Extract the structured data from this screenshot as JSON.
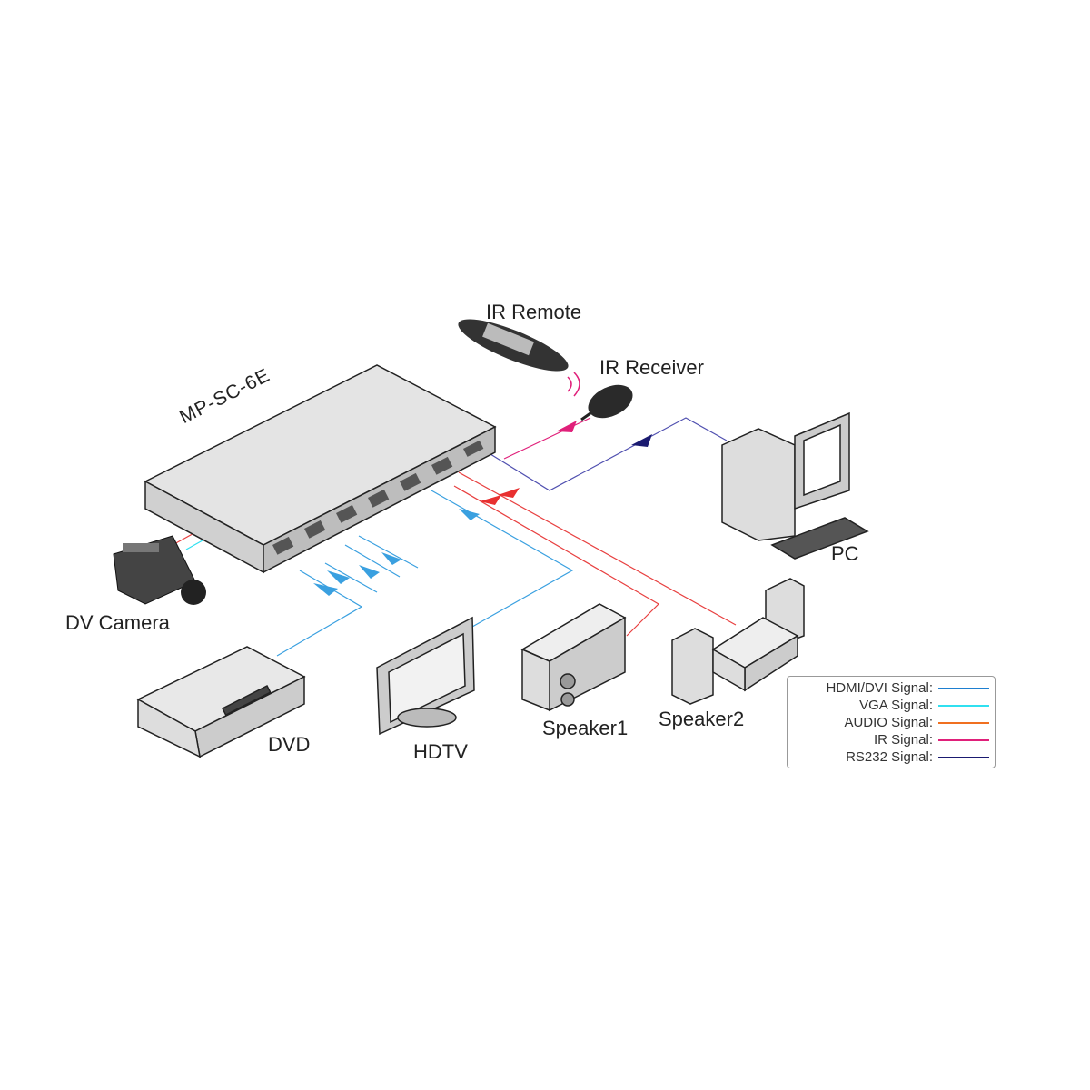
{
  "device": {
    "model": "MP-SC-6E"
  },
  "labels": {
    "ir_remote": "IR Remote",
    "ir_receiver": "IR Receiver",
    "pc": "PC",
    "dv_camera": "DV Camera",
    "dvd": "DVD",
    "hdtv": "HDTV",
    "speaker1": "Speaker1",
    "speaker2": "Speaker2"
  },
  "legend": [
    {
      "label": "HDMI/DVI Signal:",
      "color": "#1e7fd0"
    },
    {
      "label": "VGA Signal:",
      "color": "#30e0f0"
    },
    {
      "label": "AUDIO Signal:",
      "color": "#f07020"
    },
    {
      "label": "IR Signal:",
      "color": "#e0207a"
    },
    {
      "label": "RS232 Signal:",
      "color": "#1a1a70"
    }
  ]
}
